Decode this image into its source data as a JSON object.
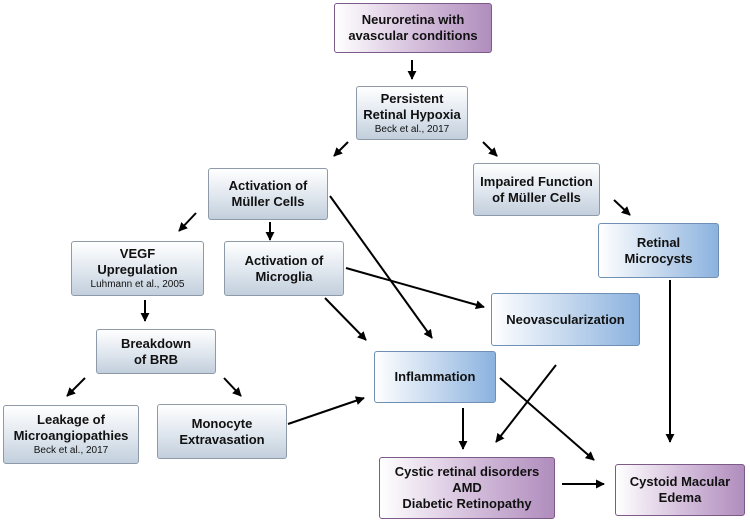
{
  "nodes": {
    "neuroretina": {
      "label": "Neuroretina with\navascular conditions"
    },
    "hypoxia": {
      "label": "Persistent\nRetinal Hypoxia",
      "citation": "Beck et al., 2017"
    },
    "muller_activation": {
      "label": "Activation of\nMüller Cells"
    },
    "muller_impaired": {
      "label": "Impaired Function\nof Müller Cells"
    },
    "vegf": {
      "label": "VEGF\nUpregulation",
      "citation": "Luhmann et al., 2005"
    },
    "microglia": {
      "label": "Activation of\nMicroglia"
    },
    "microcysts": {
      "label": "Retinal\nMicrocysts"
    },
    "neovascularization": {
      "label": "Neovascularization"
    },
    "brb": {
      "label": "Breakdown\nof BRB"
    },
    "inflammation": {
      "label": "Inflammation"
    },
    "leakage": {
      "label": "Leakage of\nMicroangiopathies",
      "citation": "Beck et al., 2017"
    },
    "monocyte": {
      "label": "Monocyte\nExtravasation"
    },
    "cystic": {
      "label": "Cystic retinal disorders\nAMD\nDiabetic Retinopathy"
    },
    "cme": {
      "label": "Cystoid Macular\nEdema"
    }
  },
  "colors": {
    "grey_box": "#c2cfdc",
    "blue_box": "#8bb2df",
    "purple_box": "#b08dbd",
    "arrow": "#000000"
  }
}
